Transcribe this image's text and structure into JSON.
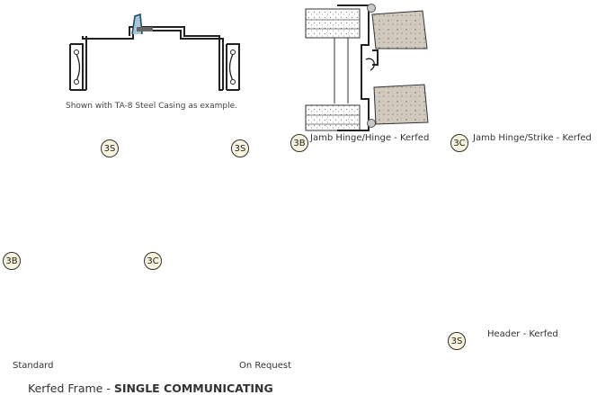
{
  "caption_casing": "Shown with TA-8 Steel Casing as example.",
  "details": {
    "jamb_hinge": {
      "tag": "3B",
      "label": "Jamb Hinge/Hinge - Kerfed"
    },
    "jamb_strike": {
      "tag": "3C",
      "label": "Jamb Hinge/Strike - Kerfed"
    },
    "header": {
      "tag": "3S",
      "label": "Header - Kerfed"
    }
  },
  "doors": {
    "standard": {
      "label": "Standard",
      "tag_top": "3S",
      "tag_side": "3B"
    },
    "on_request": {
      "label": "On Request",
      "tag_top": "3S",
      "tag_side": "3C"
    }
  },
  "footer": {
    "prefix": "Kerfed Frame - ",
    "bold": "SINGLE COMMUNICATING"
  },
  "colors": {
    "wood_light": "#b57a45",
    "wood_dark": "#7a5a44",
    "frame": "#3a2a22",
    "callout_fill": "#f7f3dc"
  }
}
